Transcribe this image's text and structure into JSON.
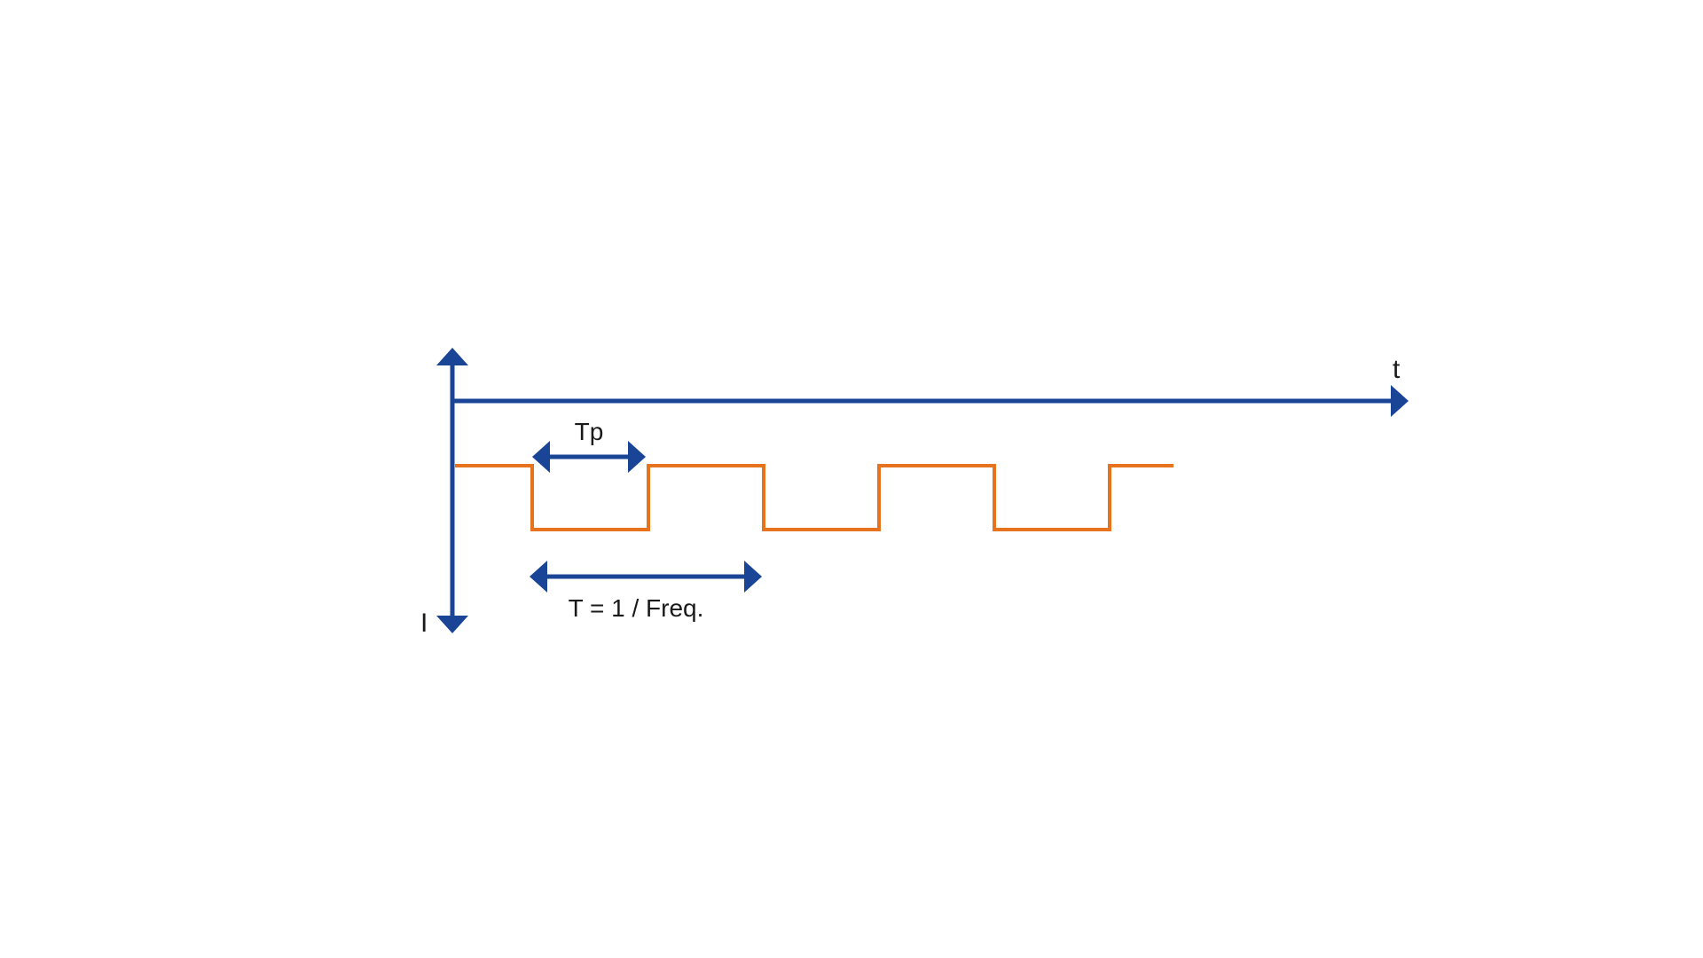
{
  "colors": {
    "axis": "#1a4596",
    "waveform": "#e8731f",
    "background": "#ffffff"
  },
  "labels": {
    "time_axis": "t",
    "current_axis": "I",
    "pulse_width": "Tp",
    "period": "T = 1 / Freq."
  },
  "icons": {
    "axis_arrowheads": "triangle-arrowhead",
    "dimension_arrows": "double-headed-arrow"
  }
}
